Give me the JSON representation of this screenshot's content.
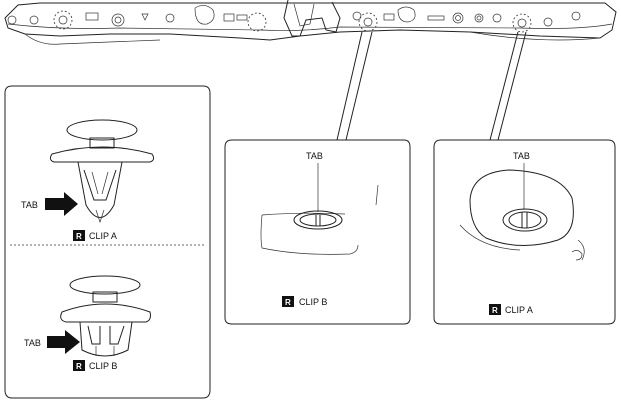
{
  "labels": {
    "tab": "TAB",
    "r": "R",
    "clip_a": "CLIP A",
    "clip_b": "CLIP B"
  },
  "icons": {
    "arrow": "tab-pointer-arrow-icon",
    "badge": "r-badge-icon"
  }
}
